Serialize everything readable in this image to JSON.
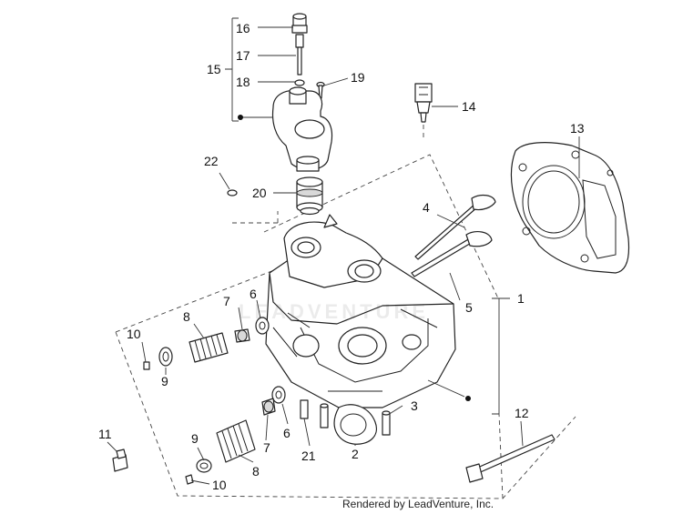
{
  "credit": "Rendered by LeadVenture, Inc.",
  "watermark": "LEADVENTURE",
  "callouts": [
    {
      "id": "c16",
      "text": "16"
    },
    {
      "id": "c17",
      "text": "17"
    },
    {
      "id": "c15",
      "text": "15"
    },
    {
      "id": "c18",
      "text": "18"
    },
    {
      "id": "c19",
      "text": "19"
    },
    {
      "id": "c14",
      "text": "14"
    },
    {
      "id": "c13",
      "text": "13"
    },
    {
      "id": "c22",
      "text": "22"
    },
    {
      "id": "c20",
      "text": "20"
    },
    {
      "id": "c4",
      "text": "4"
    },
    {
      "id": "c1",
      "text": "1"
    },
    {
      "id": "c5",
      "text": "5"
    },
    {
      "id": "c7a",
      "text": "7"
    },
    {
      "id": "c6a",
      "text": "6"
    },
    {
      "id": "c8a",
      "text": "8"
    },
    {
      "id": "c10a",
      "text": "10"
    },
    {
      "id": "c9a",
      "text": "9"
    },
    {
      "id": "c3",
      "text": "3"
    },
    {
      "id": "c12",
      "text": "12"
    },
    {
      "id": "c11",
      "text": "11"
    },
    {
      "id": "c9b",
      "text": "9"
    },
    {
      "id": "c7b",
      "text": "7"
    },
    {
      "id": "c6b",
      "text": "6"
    },
    {
      "id": "c21",
      "text": "21"
    },
    {
      "id": "c2",
      "text": "2"
    },
    {
      "id": "c8b",
      "text": "8"
    },
    {
      "id": "c10b",
      "text": "10"
    }
  ]
}
